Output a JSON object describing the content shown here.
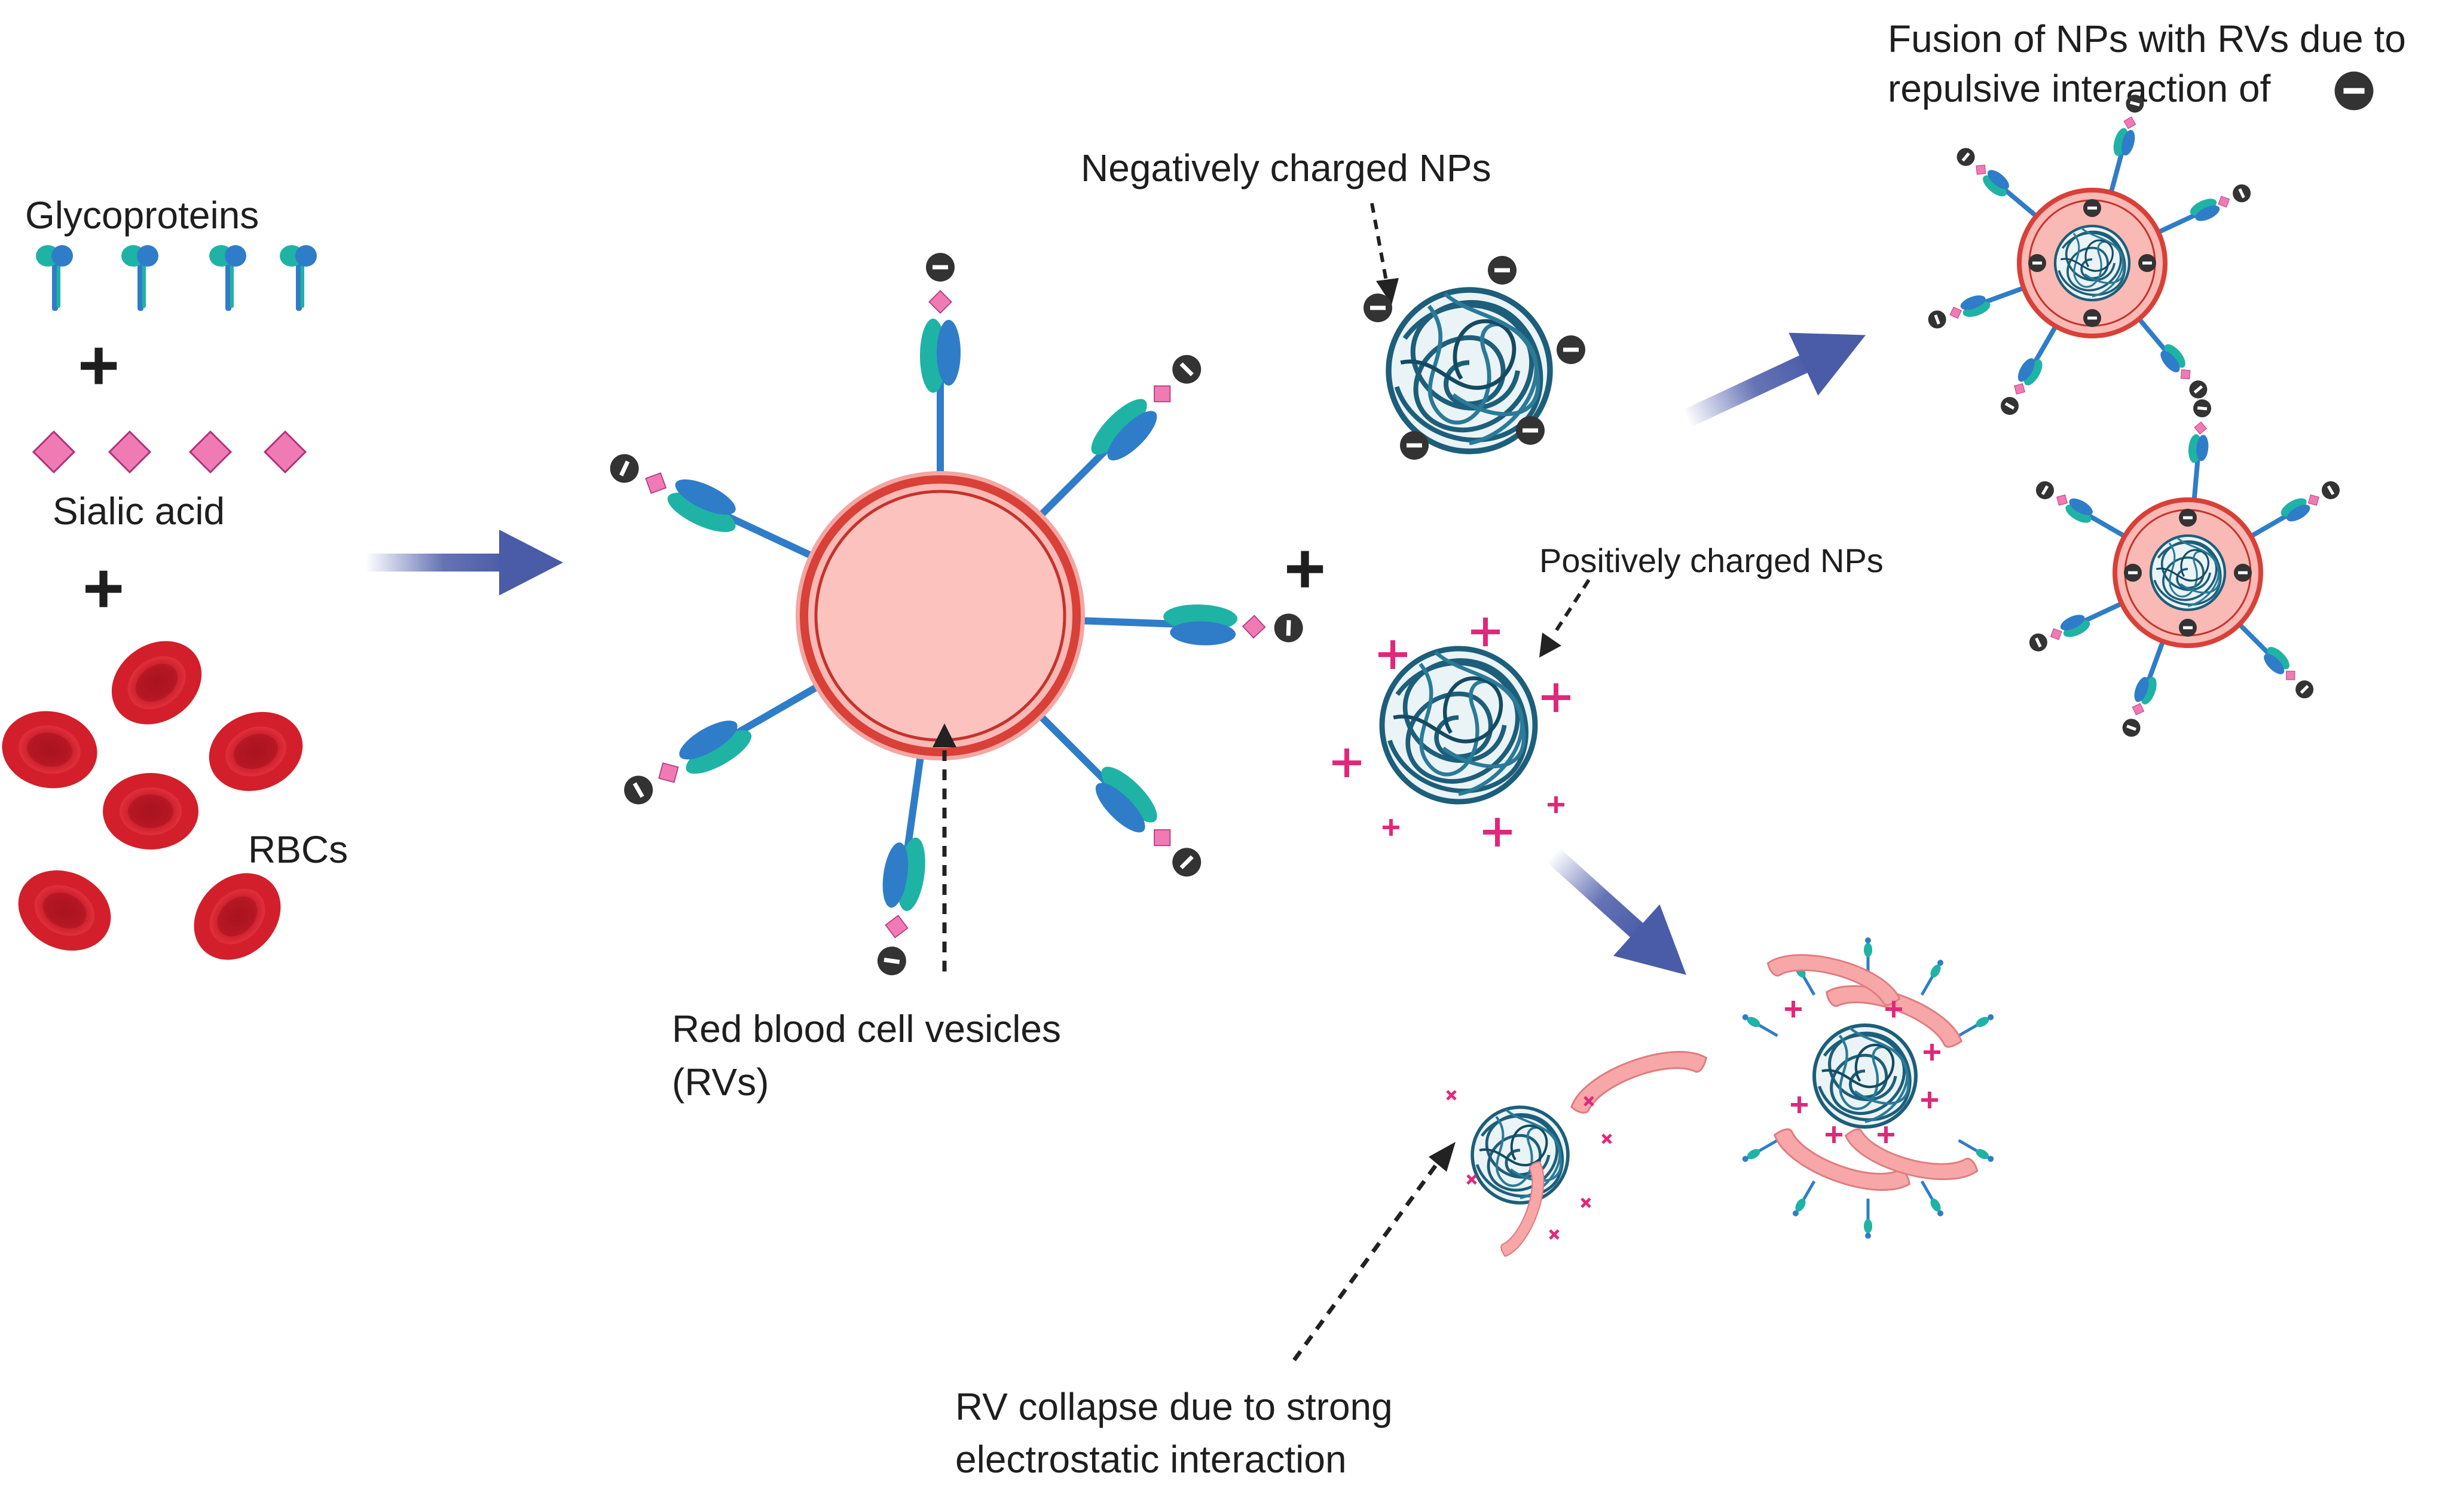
{
  "labels": {
    "glycoproteins": "Glycoproteins",
    "sialic_acid": "Sialic acid",
    "rbcs": "RBCs",
    "rv_line1": "Red blood cell vesicles",
    "rv_line2": "(RVs)",
    "neg_nps": "Negatively charged NPs",
    "pos_nps": "Positively charged NPs",
    "fusion_line1": "Fusion of NPs with RVs due to",
    "fusion_line2": "repulsive interaction of",
    "collapse_line1": "RV collapse due to strong",
    "collapse_line2": "electrostatic interaction"
  },
  "symbols": {
    "plus": "+",
    "minus": "−"
  },
  "colors": {
    "arrow": "#4a5ba8",
    "rbc": "#d0202e",
    "vesicle_fill": "#f9b9b5",
    "vesicle_edge": "#d84038",
    "np": "#1d5e7a",
    "sialic": "#f07bb4",
    "positive": "#e0287a",
    "negative_badge": "#333333",
    "glyco_teal": "#1fb3a5",
    "glyco_blue": "#2f7dc8"
  }
}
